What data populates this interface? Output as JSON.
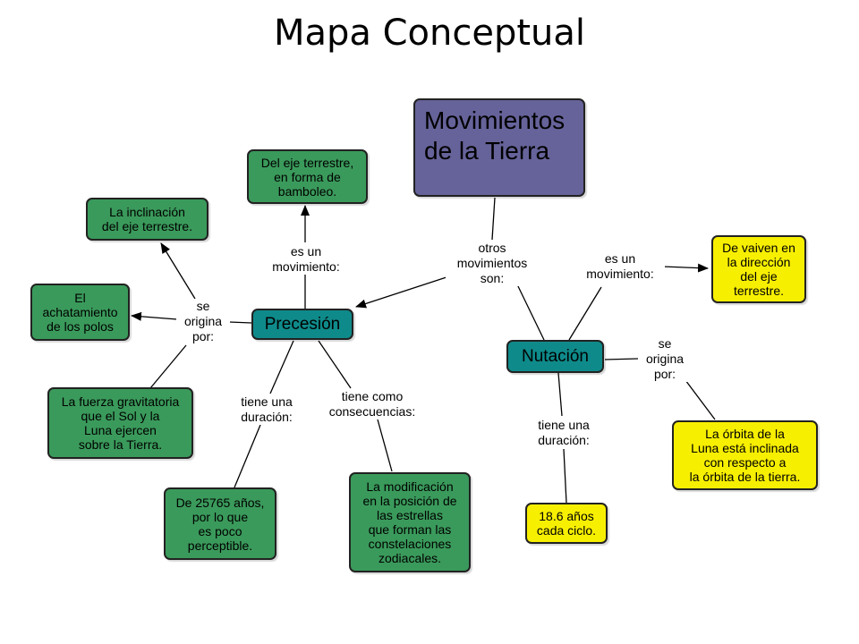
{
  "title": "Mapa Conceptual",
  "nodes": {
    "movimientos": "Movimientos\nde la Tierra",
    "precesion": "Precesión",
    "nutacion": "Nutación",
    "bamboleo": "Del eje terrestre,\nen forma de\nbamboleo.",
    "inclinacion": "La inclinación\ndel eje terrestre.",
    "achatamiento": "El\nachatamiento\nde los polos",
    "fuerza": "La fuerza gravitatoria\nque el Sol y la\nLuna ejercen\nsobre la Tierra.",
    "anos": "De 25765 años,\npor lo que\nes poco\nperceptible.",
    "modificacion": "La modificación\nen la posición de\nlas estrellas\nque forman las\nconstelaciones\nzodiacales.",
    "vaiven": "De vaiven en\nla dirección\ndel eje\nterrestre.",
    "orbita": "La órbita de la\nLuna está inclinada\ncon respecto a\nla órbita de la tierra.",
    "ciclo": "18.6 años\ncada ciclo."
  },
  "labels": {
    "otros": "otros\nmovimientos\nson:",
    "es_un_prec": "es un\nmovimiento:",
    "se_origina_prec": "se\norigina\npor:",
    "duracion_prec": "tiene una\nduración:",
    "consecuencias": "tiene como\nconsecuencias:",
    "es_un_nut": "es un\nmovimiento:",
    "se_origina_nut": "se\norigina\npor:",
    "duracion_nut": "tiene una\nduración:"
  },
  "colors": {
    "purple": "#66639a",
    "teal": "#0f8a8a",
    "green": "#3a9a5b",
    "yellow": "#f7ef00"
  }
}
